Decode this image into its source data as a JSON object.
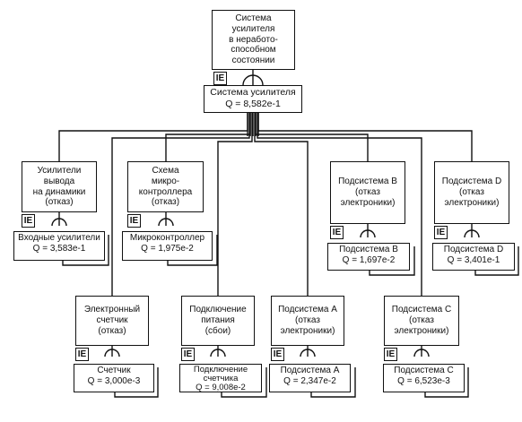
{
  "top_event": {
    "description": "Система\nусилителя\nв неработо-\nспособном\nсостоянии",
    "gate_label": "Система усилителя",
    "q": "Q = 8,582e-1"
  },
  "ie_label": "IE",
  "upper_row": [
    {
      "description": "Усилители\nвывода\nна динамики\n(отказ)",
      "gate_label": "Входные усилители",
      "q": "Q = 3,583e-1"
    },
    {
      "description": "Схема\nмикро-\nконтроллера\n(отказ)",
      "gate_label": "Микроконтроллер",
      "q": "Q = 1,975e-2"
    },
    {
      "description": "Подсистема B\n(отказ\nэлектроники)",
      "gate_label": "Подсистема B",
      "q": "Q = 1,697e-2"
    },
    {
      "description": "Подсистема D\n(отказ\nэлектроники)",
      "gate_label": "Подсистема D",
      "q": "Q = 3,401e-1"
    }
  ],
  "lower_row": [
    {
      "description": "Электронный\nсчетчик\n(отказ)",
      "gate_label": "Счетчик",
      "q": "Q = 3,000e-3"
    },
    {
      "description": "Подключение\nпитания\n(сбои)",
      "gate_label": "Подключение\nсчетчика",
      "q": "Q = 9,008e-2"
    },
    {
      "description": "Подсистема A\n(отказ\nэлектроники)",
      "gate_label": "Подсистема A",
      "q": "Q = 2,347e-2"
    },
    {
      "description": "Подсистема C\n(отказ\nэлектроники)",
      "gate_label": "Подсистема C",
      "q": "Q = 6,523e-3"
    }
  ]
}
